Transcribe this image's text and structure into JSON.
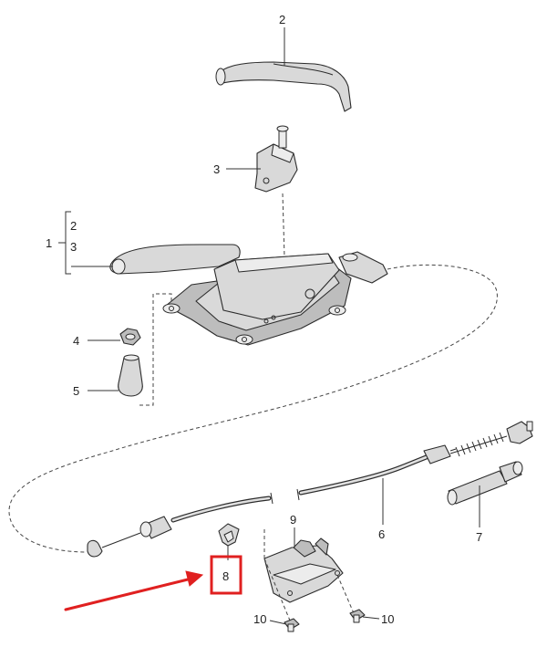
{
  "callouts": {
    "c1": "1",
    "c2_top": "2",
    "c2_bracket": "2",
    "c3_bracket": "3",
    "c3": "3",
    "c4": "4",
    "c5": "5",
    "c6": "6",
    "c7": "7",
    "c8": "8",
    "c9": "9",
    "c10_left": "10",
    "c10_right": "10"
  },
  "colors": {
    "highlight": "#e02020",
    "line": "#2b2b2b",
    "fill": "#d9d9d9"
  }
}
